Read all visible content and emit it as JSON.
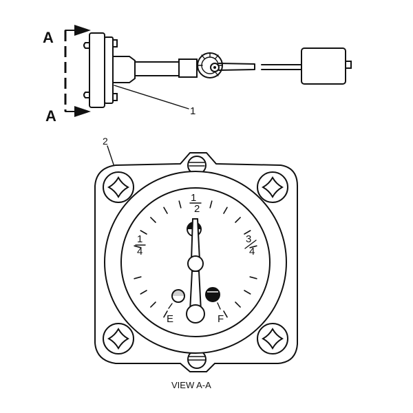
{
  "diagram": {
    "section_marker_top": "A",
    "section_marker_bottom": "A",
    "callout_1": "1",
    "callout_2": "2",
    "caption": "VIEW A-A",
    "gauge": {
      "label_half_num": "1",
      "label_half_den": "2",
      "label_quarter_num": "1",
      "label_quarter_den": "4",
      "label_three_quarter_num": "3",
      "label_three_quarter_den": "4",
      "label_empty": "E",
      "label_full": "F"
    }
  }
}
